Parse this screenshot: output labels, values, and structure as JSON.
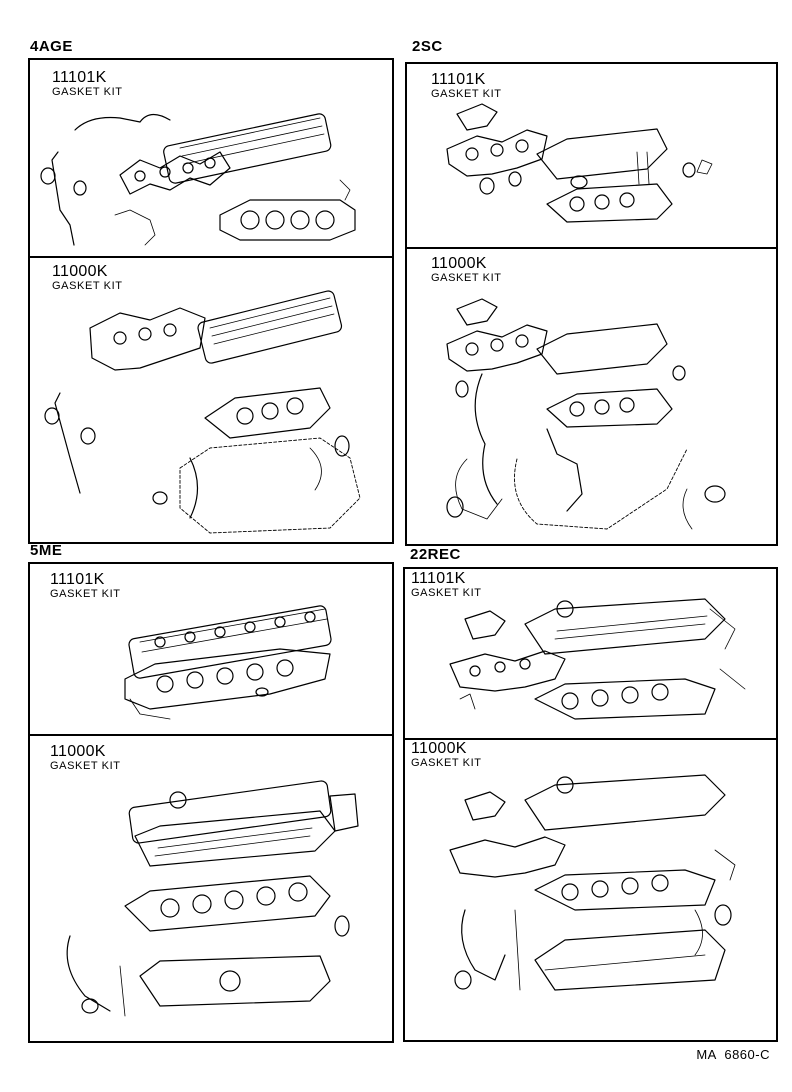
{
  "panels": [
    {
      "engine": "4AGE",
      "kits": [
        {
          "part_number": "11101K",
          "kit_name": "GASKET KIT"
        },
        {
          "part_number": "11000K",
          "kit_name": "GASKET KIT"
        }
      ]
    },
    {
      "engine": "2SC",
      "kits": [
        {
          "part_number": "11101K",
          "kit_name": "GASKET KIT"
        },
        {
          "part_number": "11000K",
          "kit_name": "GASKET KIT"
        }
      ]
    },
    {
      "engine": "5ME",
      "kits": [
        {
          "part_number": "11101K",
          "kit_name": "GASKET KIT"
        },
        {
          "part_number": "11000K",
          "kit_name": "GASKET KIT"
        }
      ]
    },
    {
      "engine": "22REC",
      "kits": [
        {
          "part_number": "11101K",
          "kit_name": "GASKET KIT"
        },
        {
          "part_number": "11000K",
          "kit_name": "GASKET KIT"
        }
      ]
    }
  ],
  "reference_code": "MA  6860-C"
}
